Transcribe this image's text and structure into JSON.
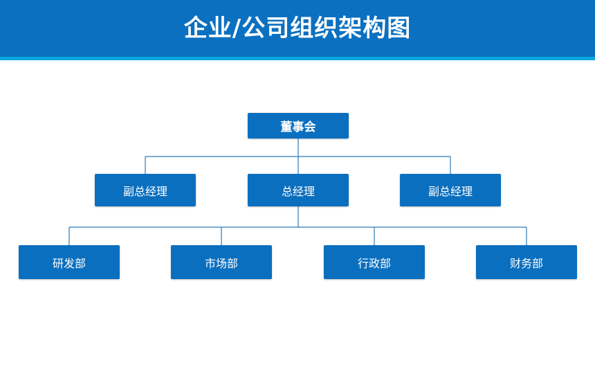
{
  "header": {
    "title": "企业/公司组织架构图",
    "bg_color": "#0b70c0",
    "stripe_color": "#0aa6e0"
  },
  "chart": {
    "node_color": "#0b6fbf",
    "line_color": "#2a7ab8",
    "root": {
      "label": "董事会"
    },
    "level2": [
      {
        "label": "副总经理"
      },
      {
        "label": "总经理"
      },
      {
        "label": "副总经理"
      }
    ],
    "level3": [
      {
        "label": "研发部"
      },
      {
        "label": "市场部"
      },
      {
        "label": "行政部"
      },
      {
        "label": "财务部"
      }
    ]
  }
}
